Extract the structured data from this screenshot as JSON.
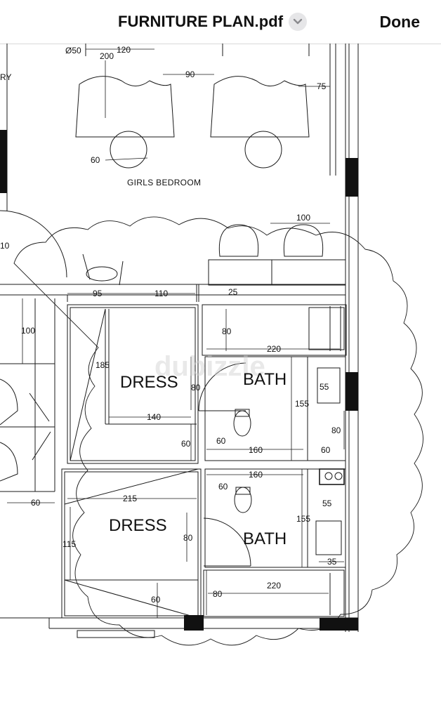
{
  "header": {
    "title": "FURNITURE PLAN.pdf",
    "done_label": "Done",
    "chevron_icon": "chevron-down-icon"
  },
  "plan": {
    "rooms": {
      "girls_bedroom": "GIRLS BEDROOM",
      "dress_upper": "DRESS",
      "bath_upper": "BATH",
      "dress_lower": "DRESS",
      "bath_lower": "BATH",
      "partial_left": "RY"
    },
    "watermark": "dubizzle",
    "dims": {
      "d_phi50": "Ø50",
      "d_120": "120",
      "d_200": "200",
      "d_90": "90",
      "d_75": "75",
      "d_60_bed": "60",
      "d_10": "10",
      "d_100_top": "100",
      "d_95": "95",
      "d_110": "110",
      "d_25": "25",
      "d_100_left": "100",
      "d_80_bath1": "80",
      "d_220_bath1": "220",
      "d_185": "185",
      "d_80_door1": "80",
      "d_55_sink1": "55",
      "d_155_bath1": "155",
      "d_140": "140",
      "d_60_dress1": "60",
      "d_60_wc1": "60",
      "d_160_bath1": "160",
      "d_60_bath1_r": "60",
      "d_80_bath1_r": "80",
      "d_160_bath2": "160",
      "d_60_wc2": "60",
      "d_215": "215",
      "d_55_sink2": "55",
      "d_60_left": "60",
      "d_155_bath2": "155",
      "d_115": "115",
      "d_80_door2": "80",
      "d_35": "35",
      "d_220_bath2": "220",
      "d_80_bath2": "80",
      "d_60_dress2": "60"
    }
  }
}
